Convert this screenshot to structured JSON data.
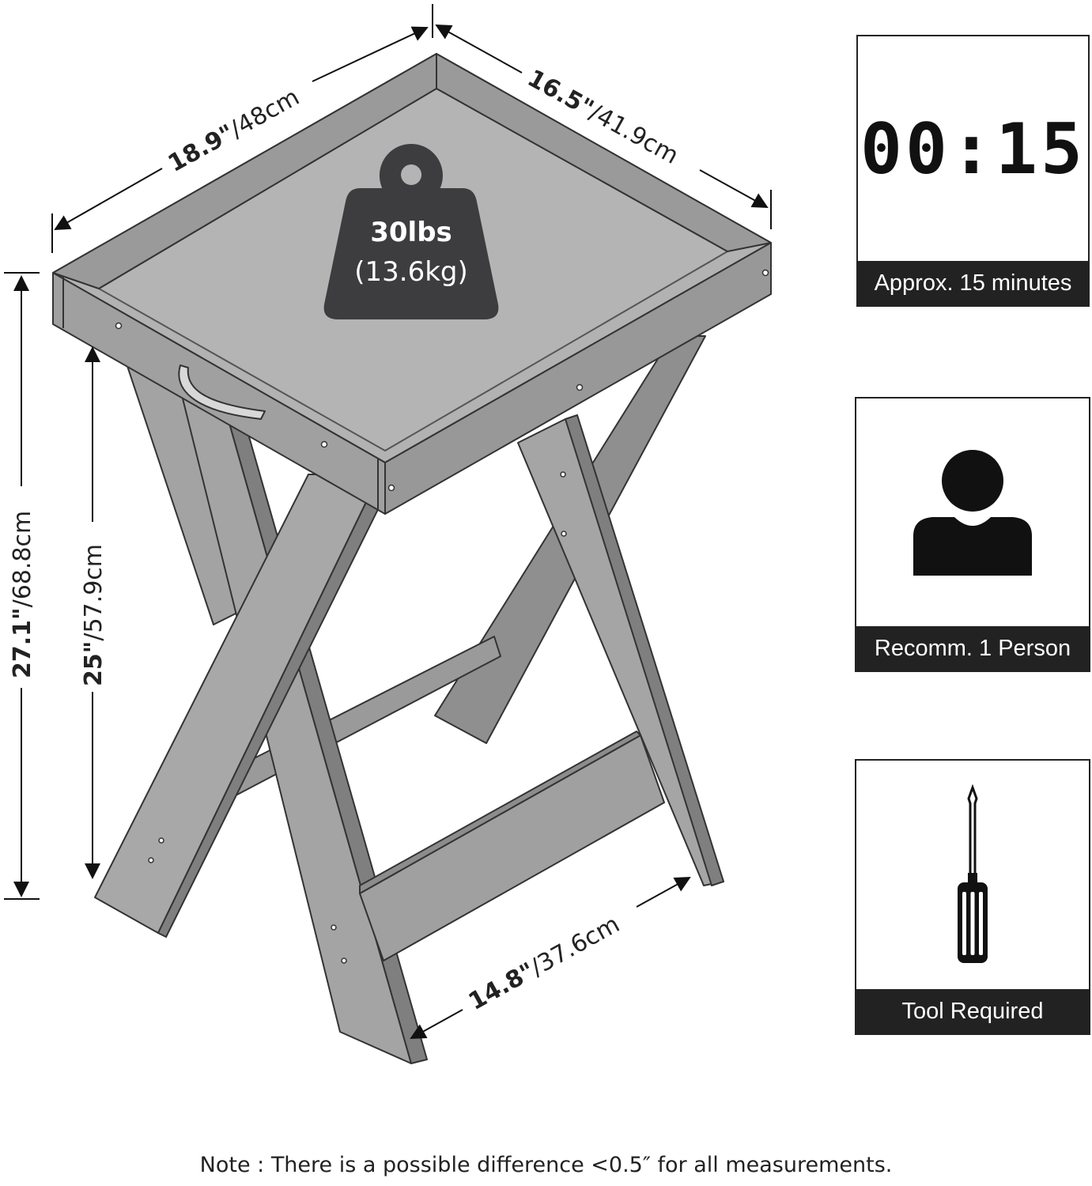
{
  "dimensions": {
    "width": {
      "imperial": "18.9\"",
      "metric": "/48cm"
    },
    "depth": {
      "imperial": "16.5\"",
      "metric": "/41.9cm"
    },
    "height_total": {
      "imperial": "27.1\"",
      "metric": "/68.8cm"
    },
    "height_legs": {
      "imperial": "25\"",
      "metric": "/57.9cm"
    },
    "base_depth": {
      "imperial": "14.8\"",
      "metric": "/37.6cm"
    }
  },
  "weight": {
    "value": "30lbs",
    "metric": "(13.6kg)"
  },
  "cards": {
    "time": {
      "display": "00:15",
      "label": "Approx. 15 minutes"
    },
    "people": {
      "label": "Recomm. 1 Person"
    },
    "tools": {
      "label": "Tool Required"
    }
  },
  "note": "Note : There is a possible difference <0.5″ for all measurements.",
  "colors": {
    "wood": "#9b9b9b",
    "wood_dark": "#7a7a7a",
    "tray_top": "#b2b2b2",
    "outline": "#333333",
    "weight_icon": "#3d3d3f",
    "label_bg": "#222222"
  },
  "icons": [
    "weight-icon",
    "digital-timer-icon",
    "person-icon",
    "screwdriver-icon"
  ]
}
